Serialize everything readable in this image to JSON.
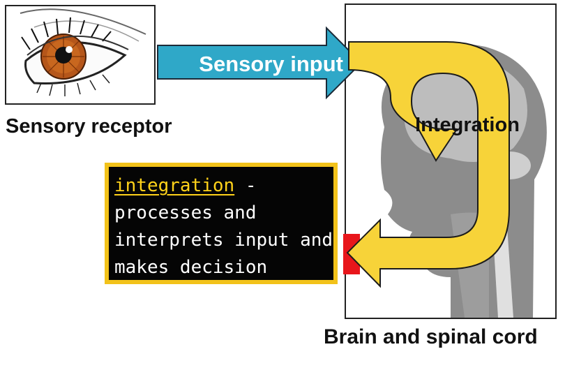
{
  "nodes": {
    "sensory_receptor": "Sensory receptor",
    "brain": "Brain and spinal cord"
  },
  "arrows": {
    "sensory_input": "Sensory input",
    "integration": "Integration"
  },
  "definition": {
    "term": "integration",
    "separator": " -",
    "line1": "processes and",
    "line2": "interprets input and",
    "line3": "makes decision"
  },
  "colors": {
    "sensory_arrow": "#2fa8c8",
    "integration_arrow": "#f7d339",
    "motor_stub": "#e8161b",
    "definition_border": "#f2c21a",
    "definition_term": "#ffd21a"
  }
}
